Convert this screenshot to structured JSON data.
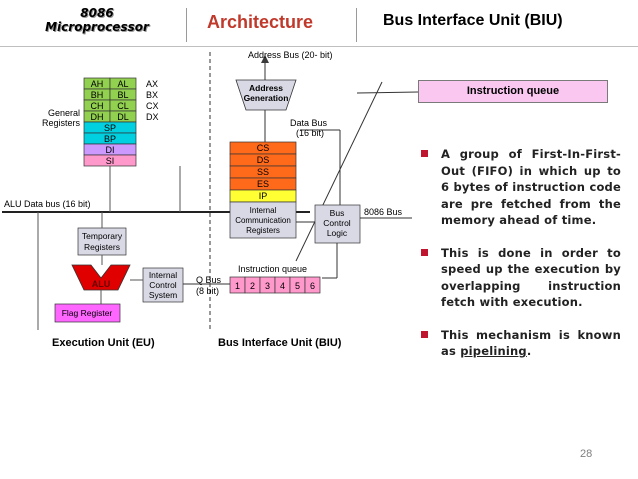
{
  "header": {
    "logo_line1": "8086",
    "logo_line2": "Microprocessor",
    "section": "Architecture",
    "topic": "Bus Interface Unit (BIU)"
  },
  "diagram": {
    "registers_group_label": [
      "General",
      "Registers"
    ],
    "general_registers": [
      [
        "AH",
        "AL"
      ],
      [
        "BH",
        "BL"
      ],
      [
        "CH",
        "CL"
      ],
      [
        "DH",
        "DL"
      ]
    ],
    "pair_names": [
      "AX",
      "BX",
      "CX",
      "DX"
    ],
    "pointer_registers": [
      "SP",
      "BP",
      "DI",
      "SI"
    ],
    "address_bus": "Address Bus (20- bit)",
    "address_generation": [
      "Address",
      "Generation"
    ],
    "data_bus": [
      "Data Bus",
      "(16 bit)"
    ],
    "segment_registers": [
      "CS",
      "DS",
      "SS",
      "ES",
      "IP"
    ],
    "internal_comm": [
      "Internal",
      "Communication",
      "Registers"
    ],
    "alu_data_bus": "ALU Data bus (16 bit)",
    "bus_control": [
      "Bus",
      "Control",
      "Logic"
    ],
    "ext_bus": "8086 Bus",
    "temp_registers": [
      "Temporary",
      "Registers"
    ],
    "alu": "ALU",
    "internal_control": [
      "Internal",
      "Control",
      "System"
    ],
    "flag_register": "Flag Register",
    "q_bus": [
      "Q Bus",
      "(8 bit)"
    ],
    "instruction_queue_label": "Instruction queue",
    "queue_slots": [
      "1",
      "2",
      "3",
      "4",
      "5",
      "6"
    ],
    "eu_label": "Execution Unit (EU)",
    "biu_label": "Bus Interface Unit (BIU)"
  },
  "callout": {
    "title": "Instruction queue"
  },
  "bullets": {
    "b1": "A group of First-In-First-Out (FIFO) in which up to 6 bytes of instruction code are pre fetched from the memory ahead of time.",
    "b2": "This is done in order to speed up the execution by overlapping instruction fetch with execution.",
    "b3_pre": "This mechanism is known as ",
    "b3_link": "pipelining",
    "b3_post": "."
  },
  "page_number": "28",
  "colors": {
    "accent_red": "#c0392b",
    "reg_green": "#92d050",
    "reg_cyan": "#00d0e0",
    "reg_purple": "#cc99ff",
    "reg_pink": "#ff99cc",
    "seg_orange": "#ff6a1a",
    "ip_yellow": "#ffff33",
    "box_grey": "#d9d9e6",
    "queue_pink": "#ff99cc",
    "flag_magenta": "#ff66ff",
    "alu_red": "#e00000",
    "callout_pink": "#f9c7f0",
    "bullet_red": "#c0152f"
  }
}
